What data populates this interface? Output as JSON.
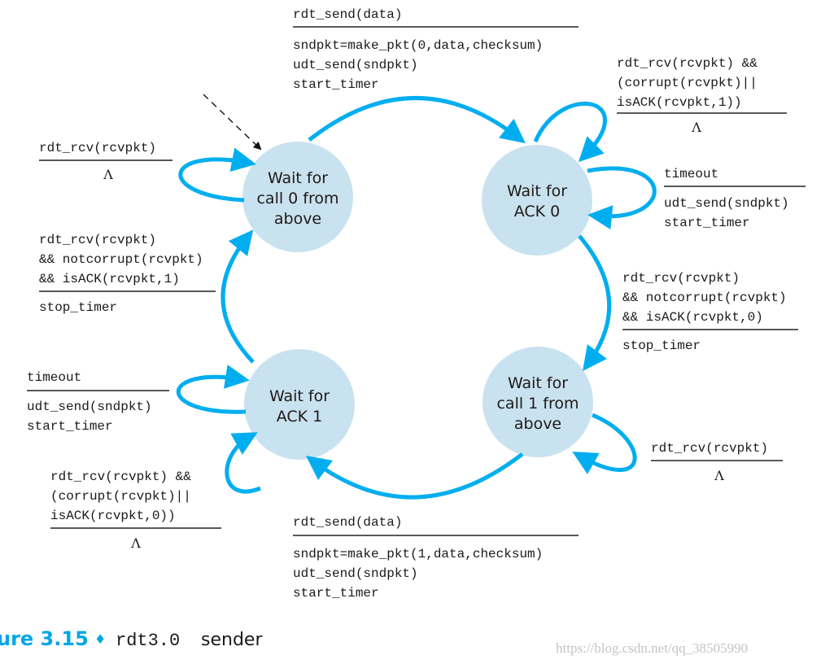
{
  "colors": {
    "arc": "#00aeef",
    "state_fill": "#c9e2f0",
    "caption_accent": "#00a6e6",
    "watermark": "#c4c4c4"
  },
  "states": {
    "s0": [
      "Wait for",
      "call 0 from",
      "above"
    ],
    "s1": [
      "Wait for",
      "ACK 0"
    ],
    "s2": [
      "Wait for",
      "call 1 from",
      "above"
    ],
    "s3": [
      "Wait for",
      "ACK 1"
    ]
  },
  "transitions": {
    "top": {
      "event": [
        "rdt_send(data)"
      ],
      "actions": [
        "sndpkt=make_pkt(0,data,checksum)",
        "udt_send(sndpkt)",
        "start_timer"
      ]
    },
    "ack0_corrupt": {
      "event": [
        "rdt_rcv(rcvpkt) &&",
        "(corrupt(rcvpkt)||",
        "isACK(rcvpkt,1))"
      ],
      "actions": [
        "Λ"
      ]
    },
    "ack0_timeout": {
      "event": [
        "timeout"
      ],
      "actions": [
        "udt_send(sndpkt)",
        "start_timer"
      ]
    },
    "right": {
      "event": [
        "rdt_rcv(rcvpkt)",
        "&& notcorrupt(rcvpkt)",
        "&& isACK(rcvpkt,0)"
      ],
      "actions": [
        "stop_timer"
      ]
    },
    "call1_rcv": {
      "event": [
        "rdt_rcv(rcvpkt)"
      ],
      "actions": [
        "Λ"
      ]
    },
    "bottom": {
      "event": [
        "rdt_send(data)"
      ],
      "actions": [
        "sndpkt=make_pkt(1,data,checksum)",
        "udt_send(sndpkt)",
        "start_timer"
      ]
    },
    "ack1_timeout": {
      "event": [
        "timeout"
      ],
      "actions": [
        "udt_send(sndpkt)",
        "start_timer"
      ]
    },
    "ack1_corrupt": {
      "event": [
        "rdt_rcv(rcvpkt) &&",
        "(corrupt(rcvpkt)||",
        "isACK(rcvpkt,0))"
      ],
      "actions": [
        "Λ"
      ]
    },
    "left": {
      "event": [
        "rdt_rcv(rcvpkt)",
        "&& notcorrupt(rcvpkt)",
        "&& isACK(rcvpkt,1)"
      ],
      "actions": [
        "stop_timer"
      ]
    },
    "call0_rcv": {
      "event": [
        "rdt_rcv(rcvpkt)"
      ],
      "actions": [
        "Λ"
      ]
    }
  },
  "caption": {
    "figure": "ure 3.15",
    "diamond": "♦",
    "code": "rdt3.0",
    "text": "sender"
  },
  "watermark": "https://blog.csdn.net/qq_38505990"
}
